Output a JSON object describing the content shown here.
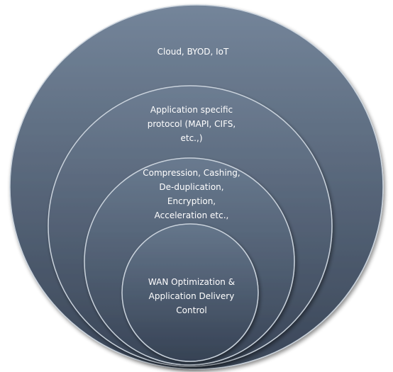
{
  "diagram": {
    "layers": [
      {
        "lines": [
          "Cloud, BYOD, IoT"
        ]
      },
      {
        "lines": [
          "Application specific",
          "protocol (MAPI, CIFS,",
          "etc.,)"
        ]
      },
      {
        "lines": [
          "Compression, Cashing,",
          "De-duplication,",
          "Encryption,",
          "Acceleration etc.,"
        ]
      },
      {
        "lines": [
          "WAN Optimization &",
          "Application Delivery",
          "Control"
        ]
      }
    ]
  }
}
